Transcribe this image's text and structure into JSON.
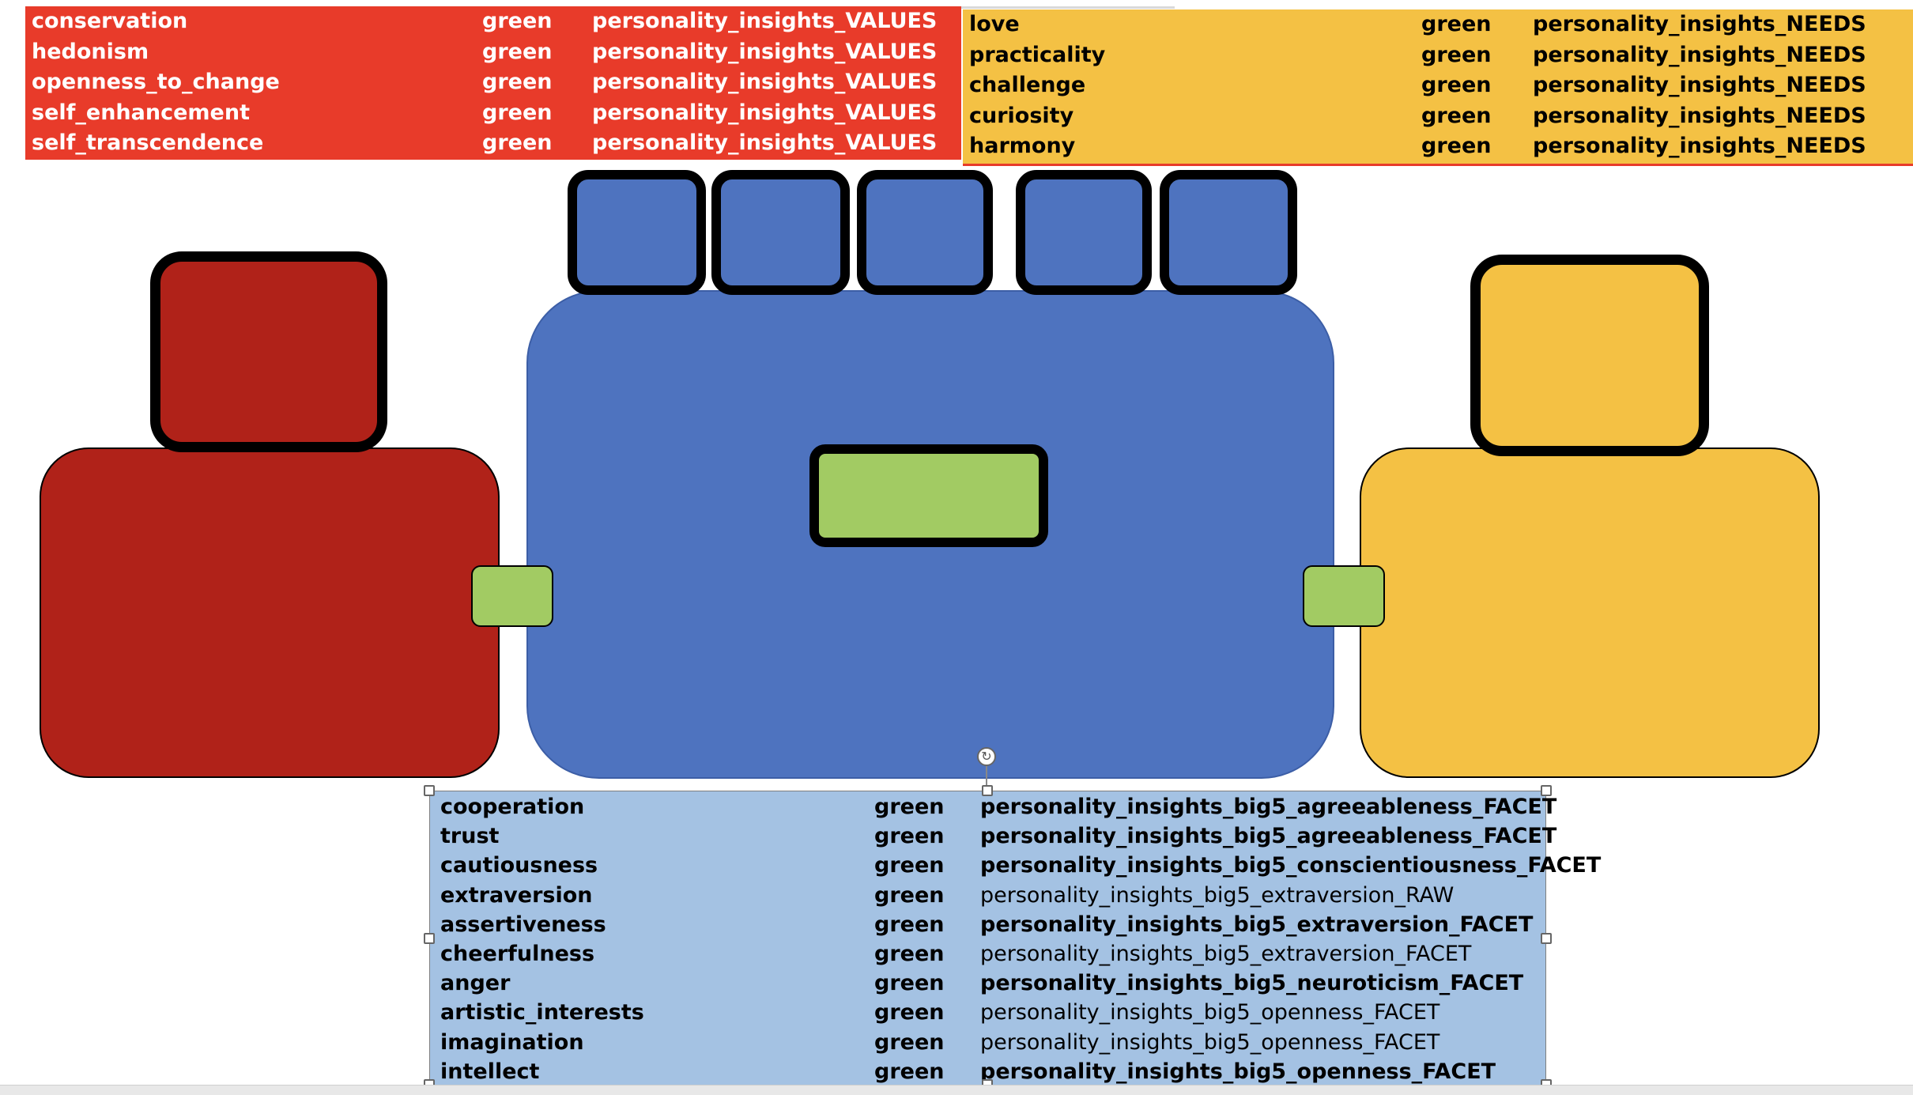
{
  "values_table": {
    "color": "#e83b2a",
    "rows": [
      {
        "name": "conservation",
        "color": "green",
        "category": "personality_insights_VALUES"
      },
      {
        "name": "hedonism",
        "color": "green",
        "category": "personality_insights_VALUES"
      },
      {
        "name": "openness_to_change",
        "color": "green",
        "category": "personality_insights_VALUES"
      },
      {
        "name": "self_enhancement",
        "color": "green",
        "category": "personality_insights_VALUES"
      },
      {
        "name": "self_transcendence",
        "color": "green",
        "category": "personality_insights_VALUES"
      }
    ]
  },
  "needs_table": {
    "color": "#f4c144",
    "rows": [
      {
        "name": "love",
        "color": "green",
        "category": "personality_insights_NEEDS"
      },
      {
        "name": "practicality",
        "color": "green",
        "category": "personality_insights_NEEDS"
      },
      {
        "name": "challenge",
        "color": "green",
        "category": "personality_insights_NEEDS"
      },
      {
        "name": "curiosity",
        "color": "green",
        "category": "personality_insights_NEEDS"
      },
      {
        "name": "harmony",
        "color": "green",
        "category": "personality_insights_NEEDS"
      }
    ]
  },
  "facet_table": {
    "color": "#a4c2e3",
    "rows": [
      {
        "name": "cooperation",
        "color": "green",
        "category": "personality_insights_big5_agreeableness_FACET",
        "bold": true
      },
      {
        "name": "trust",
        "color": "green",
        "category": "personality_insights_big5_agreeableness_FACET",
        "bold": true
      },
      {
        "name": "cautiousness",
        "color": "green",
        "category": "personality_insights_big5_conscientiousness_FACET",
        "bold": true
      },
      {
        "name": "extraversion",
        "color": "green",
        "category": "personality_insights_big5_extraversion_RAW",
        "bold": false
      },
      {
        "name": "assertiveness",
        "color": "green",
        "category": "personality_insights_big5_extraversion_FACET",
        "bold": true
      },
      {
        "name": "cheerfulness",
        "color": "green",
        "category": "personality_insights_big5_extraversion_FACET",
        "bold": false
      },
      {
        "name": "anger",
        "color": "green",
        "category": "personality_insights_big5_neuroticism_FACET",
        "bold": true
      },
      {
        "name": "artistic_interests",
        "color": "green",
        "category": "personality_insights_big5_openness_FACET",
        "bold": false
      },
      {
        "name": "imagination",
        "color": "green",
        "category": "personality_insights_big5_openness_FACET",
        "bold": false
      },
      {
        "name": "intellect",
        "color": "green",
        "category": "personality_insights_big5_openness_FACET",
        "bold": true
      }
    ]
  },
  "shape_colors": {
    "blue": "#4e73bf",
    "red": "#b02219",
    "yellow": "#f4c144",
    "green": "#a2cb63"
  },
  "rotate_icon": "rotate-icon"
}
